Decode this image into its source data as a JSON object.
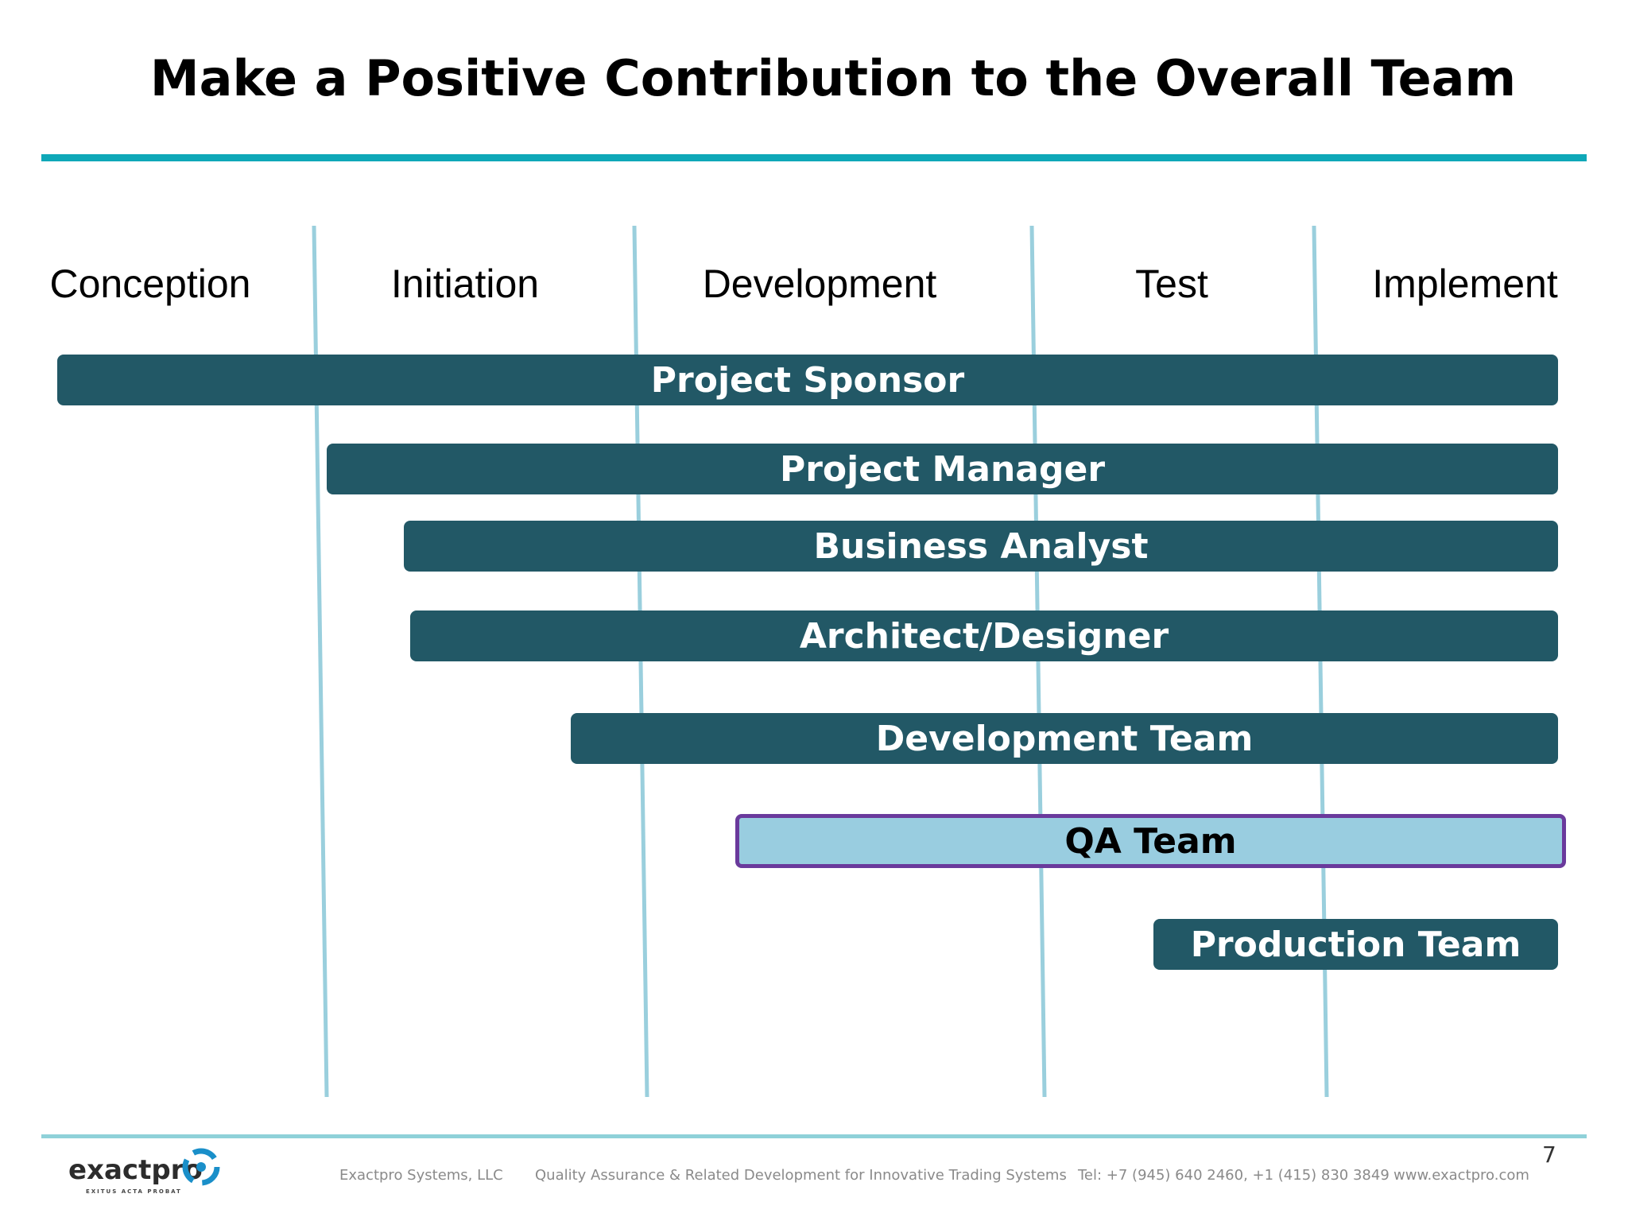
{
  "title": "Make a Positive Contribution to the Overall Team",
  "phases": [
    "Conception",
    "Initiation",
    "Development",
    "Test",
    "Implement"
  ],
  "roles": [
    {
      "label": "Project Sponsor",
      "starts_in_phase": "Conception",
      "ends_in_phase": "Implement"
    },
    {
      "label": "Project Manager",
      "starts_in_phase": "Initiation",
      "ends_in_phase": "Implement"
    },
    {
      "label": "Business Analyst",
      "starts_in_phase": "Initiation",
      "ends_in_phase": "Implement"
    },
    {
      "label": "Architect/Designer",
      "starts_in_phase": "Initiation",
      "ends_in_phase": "Implement"
    },
    {
      "label": "Development Team",
      "starts_in_phase": "Initiation",
      "ends_in_phase": "Implement"
    },
    {
      "label": "QA Team",
      "starts_in_phase": "Development",
      "ends_in_phase": "Implement",
      "highlighted": true
    },
    {
      "label": "Production Team",
      "starts_in_phase": "Test",
      "ends_in_phase": "Implement"
    }
  ],
  "colors": {
    "accent": "#0fa8b8",
    "divider": "#9acfdd",
    "bar": "#225866",
    "highlight_bar": "#99cde0",
    "highlight_border": "#6a3a9c"
  },
  "footer": {
    "logo": "exactpro",
    "logo_tagline": "EXITUS ACTA PROBAT",
    "company": "Exactpro Systems, LLC",
    "tagline": "Quality Assurance & Related Development for Innovative Trading Systems",
    "phone": "Tel: +7 (945) 640 2460, +1 (415) 830 3849",
    "website": "www.exactpro.com",
    "page_number": "7"
  }
}
